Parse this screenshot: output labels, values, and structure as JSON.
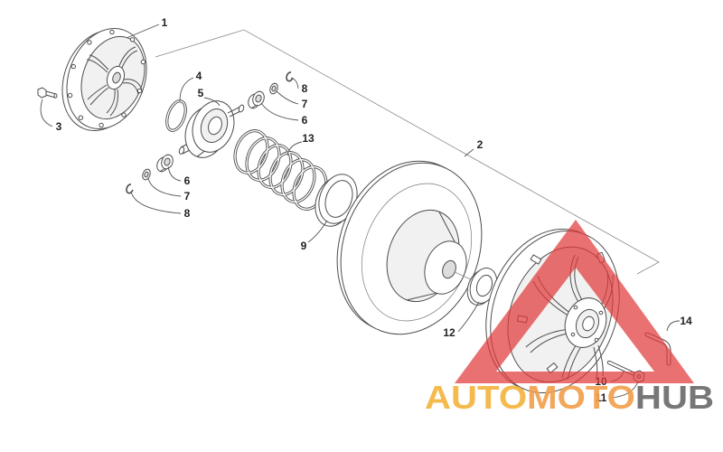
{
  "diagram": {
    "callouts": [
      "1",
      "2",
      "3",
      "4",
      "5",
      "8",
      "7",
      "6",
      "13",
      "6",
      "7",
      "8",
      "9",
      "12",
      "14",
      "10",
      "11"
    ]
  },
  "watermark": {
    "part1": "AUTO",
    "part2": "MOTO",
    "part3": "HUB"
  },
  "colors": {
    "line": "#4d4d4d",
    "label": "#222222",
    "watermark_red": "#e23a3a",
    "watermark_orange": "#f4b43f",
    "watermark_gray": "#707070"
  }
}
